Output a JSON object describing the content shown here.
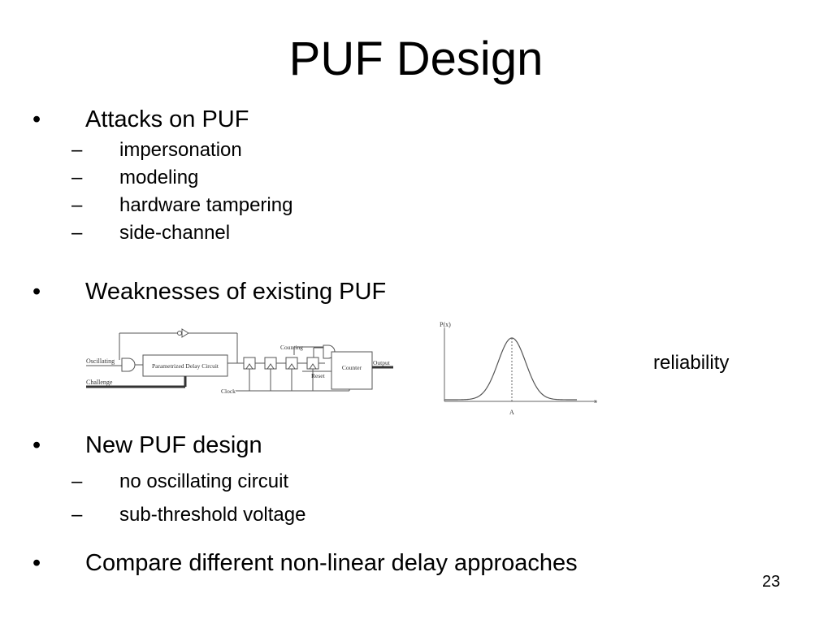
{
  "slide": {
    "title": "PUF Design",
    "page_number": "23",
    "bullets": [
      {
        "mark": "•",
        "text": "Attacks on PUF",
        "subs": [
          {
            "mark": "–",
            "text": "impersonation"
          },
          {
            "mark": "–",
            "text": "modeling"
          },
          {
            "mark": "–",
            "text": "hardware tampering"
          },
          {
            "mark": "–",
            "text": "side-channel"
          }
        ]
      },
      {
        "mark": "•",
        "text": "Weaknesses of existing PUF",
        "subs": []
      },
      {
        "mark": "•",
        "text": "New PUF design",
        "subs": [
          {
            "mark": "–",
            "text": "no oscillating circuit"
          },
          {
            "mark": "–",
            "text": "sub-threshold voltage"
          }
        ]
      },
      {
        "mark": "•",
        "text": "Compare different non-linear delay approaches",
        "subs": []
      }
    ]
  },
  "circuit": {
    "oscillating": "Oscillating",
    "challenge": "Challenge",
    "delay_circuit": "Parametrized Delay Circuit",
    "counting": "Counting",
    "reset": "Reset",
    "counter": "Counter",
    "output": "Output",
    "clock": "Clock"
  },
  "distribution": {
    "y_label": "P(x)",
    "x_label": "x",
    "peak_label": "A"
  },
  "reliability": "reliability"
}
